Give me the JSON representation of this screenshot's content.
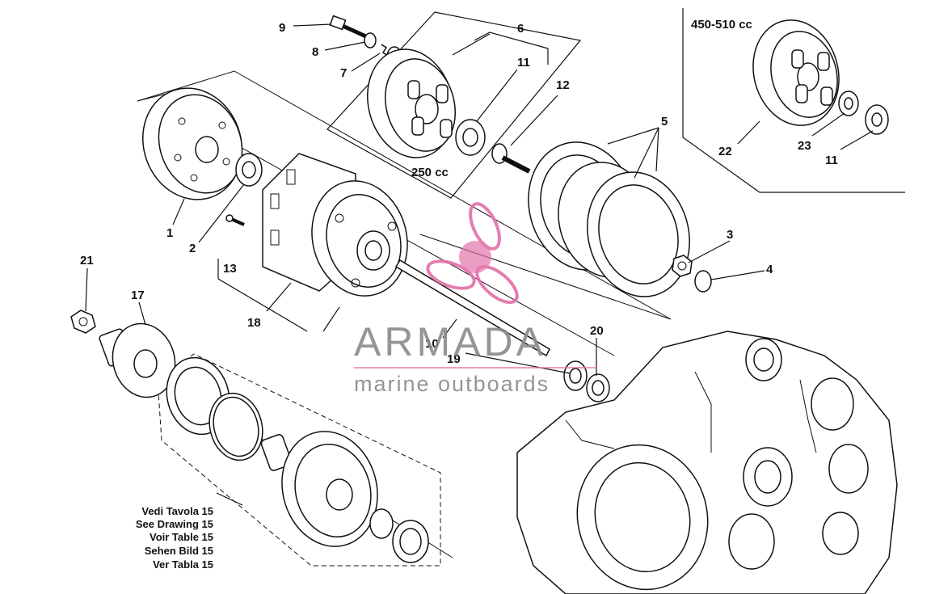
{
  "diagram": {
    "variant_250": "250 cc",
    "variant_450": "450-510 cc",
    "reference_lines": [
      "Vedi Tavola 15",
      "See Drawing 15",
      "Voir Table 15",
      "Sehen Bild 15",
      "Ver Tabla 15"
    ],
    "callouts": {
      "c1": "1",
      "c2": "2",
      "c3": "3",
      "c4": "4",
      "c5": "5",
      "c6": "6",
      "c7": "7",
      "c8": "8",
      "c9": "9",
      "c10": "10",
      "c11a": "11",
      "c11b": "11",
      "c12": "12",
      "c13": "13",
      "c17": "17",
      "c18": "18",
      "c19": "19",
      "c20": "20",
      "c21": "21",
      "c22": "22",
      "c23": "23"
    }
  },
  "watermark": {
    "brand": "ARMADA",
    "tagline": "marine outboards",
    "logo_icon": "propeller-icon",
    "accent_color": "#e36fa8",
    "text_color": "#8a8a8a"
  }
}
